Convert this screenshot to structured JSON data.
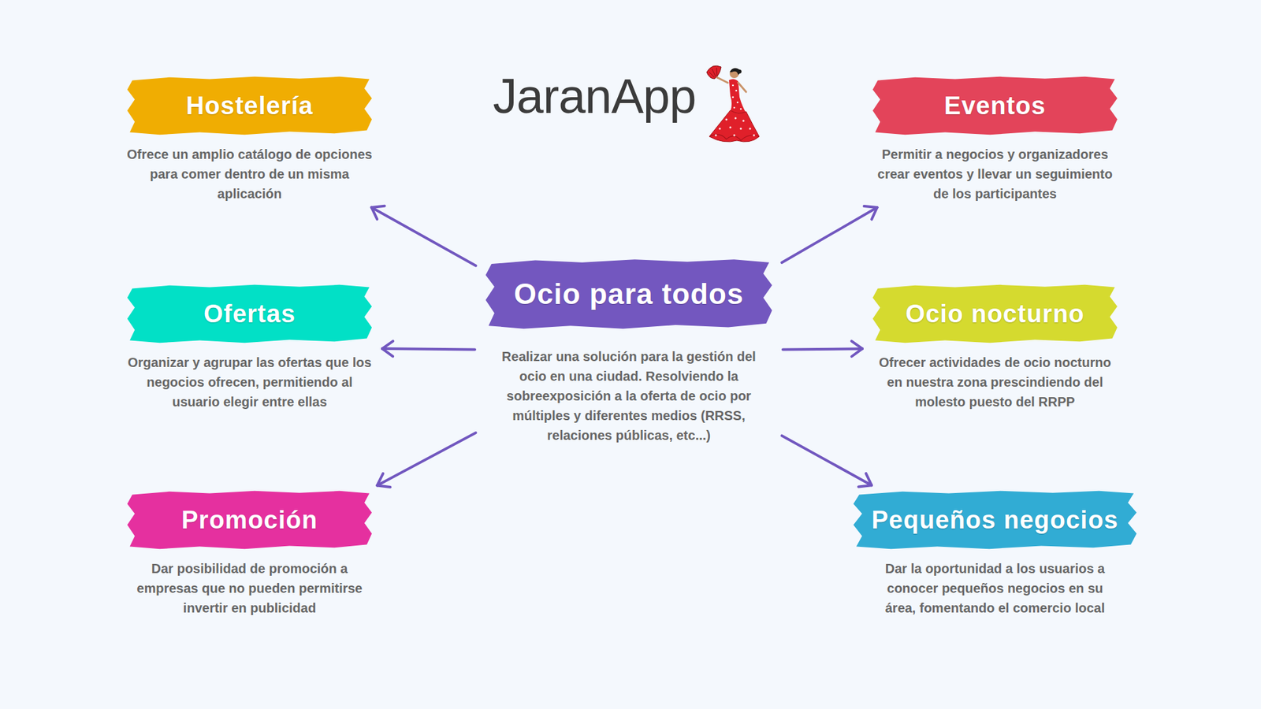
{
  "diagram": {
    "title": "JaranApp",
    "nodes": [
      {
        "text": [
          "Hostelería",
          "Ofrece un amplio catálogo de opciones para comer dentro de un misma aplicación"
        ]
      },
      {
        "text": [
          "Eventos",
          "Permitir a negocios y organizadores crear eventos y llevar un seguimiento de los participantes"
        ]
      },
      {
        "text": [
          "Ofertas",
          "Organizar y agrupar las ofertas que los negocios ofrecen, permitiendo al usuario elegir entre ellas"
        ]
      },
      {
        "text": [
          "Ocio para todos",
          "Realizar una solución para la gestión del ocio en una ciudad. Resolviendo la sobreexposición a la oferta de ocio por múltiples y diferentes medios (RRSS, relaciones públicas, etc...)"
        ]
      },
      {
        "text": [
          "Ocio nocturno",
          "Ofrecer actividades de ocio nocturno en nuestra zona prescindiendo del molesto puesto del RRPP"
        ]
      },
      {
        "text": [
          "Promoción",
          "Dar posibilidad de promoción a empresas que no pueden permitirse invertir en publicidad"
        ]
      },
      {
        "text": [
          "Pequeños negocios",
          "Dar la oportunidad a los usuarios a conocer pequeños negocios en su área, fomentando el comercio local"
        ]
      }
    ],
    "edges": [
      {
        "from": 3,
        "to": 0,
        "arrow": "to"
      },
      {
        "from": 3,
        "to": 2,
        "arrow": "to"
      },
      {
        "from": 3,
        "to": 5,
        "arrow": "to"
      },
      {
        "from": 3,
        "to": 1,
        "arrow": "to"
      },
      {
        "from": 3,
        "to": 4,
        "arrow": "to"
      },
      {
        "from": 3,
        "to": 6,
        "arrow": "to"
      }
    ]
  }
}
